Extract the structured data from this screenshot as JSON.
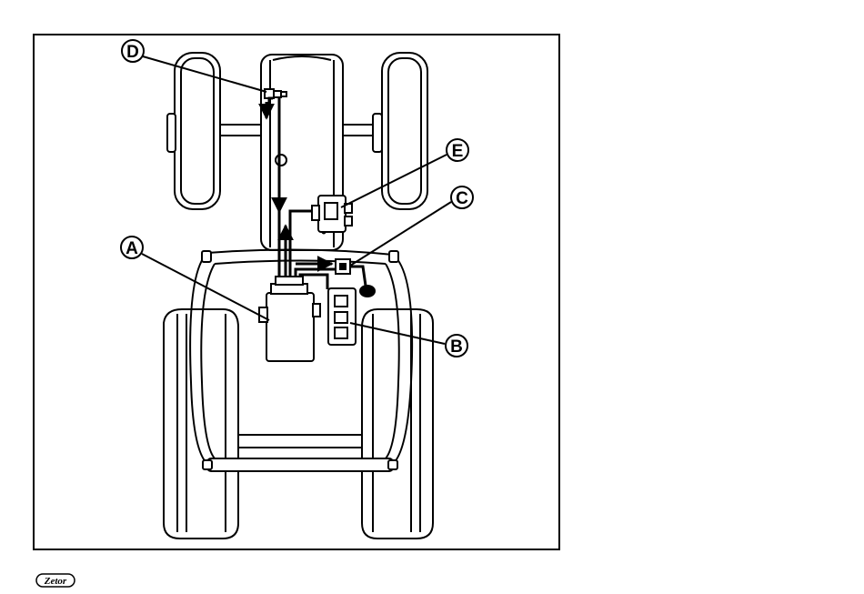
{
  "figure": {
    "callouts": [
      {
        "id": "A",
        "label": "A"
      },
      {
        "id": "B",
        "label": "B"
      },
      {
        "id": "C",
        "label": "C"
      },
      {
        "id": "D",
        "label": "D"
      },
      {
        "id": "E",
        "label": "E"
      }
    ]
  },
  "footer": {
    "logo_text": "Zetor"
  },
  "colors": {
    "line": "#000000",
    "background": "#ffffff"
  }
}
